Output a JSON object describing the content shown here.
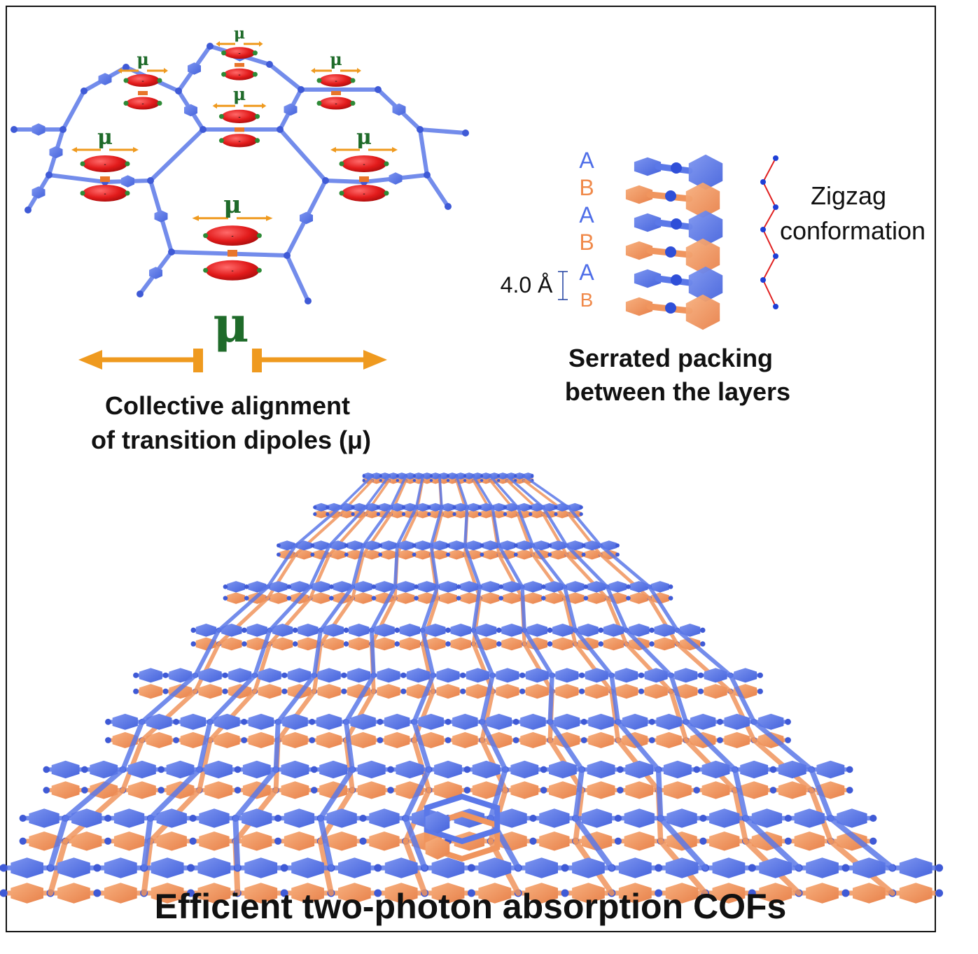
{
  "colors": {
    "layer_a": "#5b78e8",
    "layer_b": "#f0955e",
    "dipole": "#e21b1b",
    "arrow": "#ef9a1f",
    "mu": "#1f6b2a",
    "zigzag_line": "#e02020",
    "zigzag_dot": "#1e3fd6"
  },
  "panel_dipoles": {
    "symbol": "μ",
    "big_symbol": "μ",
    "caption_line1": "Collective alignment",
    "caption_line2": "of transition dipoles (μ)",
    "charge_minus": "-"
  },
  "panel_packing": {
    "layers": [
      "A",
      "B",
      "A",
      "B",
      "A",
      "B"
    ],
    "spacing_label": "4.0 Å",
    "zigzag_line1": "Zigzag",
    "zigzag_line2": "conformation",
    "caption_line1": "Serrated packing",
    "caption_line2": "between the layers"
  },
  "panel_network": {
    "caption": "Efficient two-photon absorption COFs"
  }
}
